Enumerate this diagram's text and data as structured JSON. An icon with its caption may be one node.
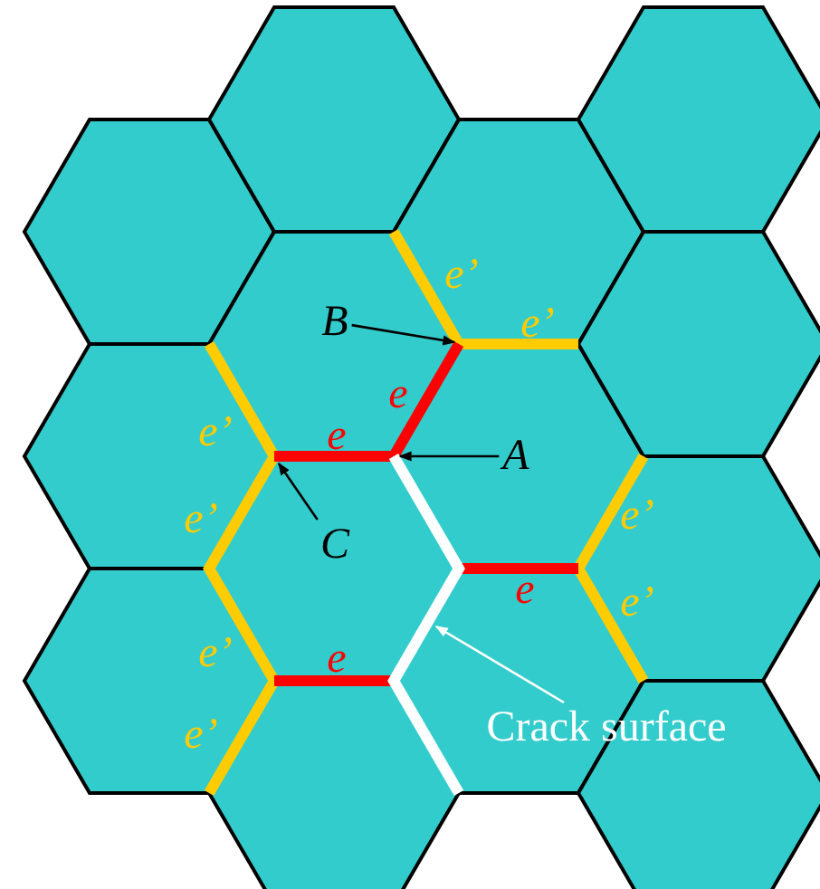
{
  "diagram": {
    "nodes": [
      {
        "text": [
          "B"
        ]
      },
      {
        "text": [
          "A"
        ]
      },
      {
        "text": [
          "C"
        ]
      },
      {
        "text": [
          "Crack surface"
        ]
      }
    ],
    "edges": [
      {
        "from": 0,
        "to": null,
        "arrow": "to"
      },
      {
        "from": 1,
        "to": null,
        "arrow": "to"
      },
      {
        "from": 2,
        "to": null,
        "arrow": "to"
      },
      {
        "from": 3,
        "to": null,
        "arrow": "to",
        "color": "#ffffff"
      }
    ],
    "labels": [
      "e’",
      "e’",
      "e",
      "e’",
      "e",
      "e’",
      "e’",
      "e",
      "e’",
      "e’",
      "e",
      "e’"
    ]
  }
}
